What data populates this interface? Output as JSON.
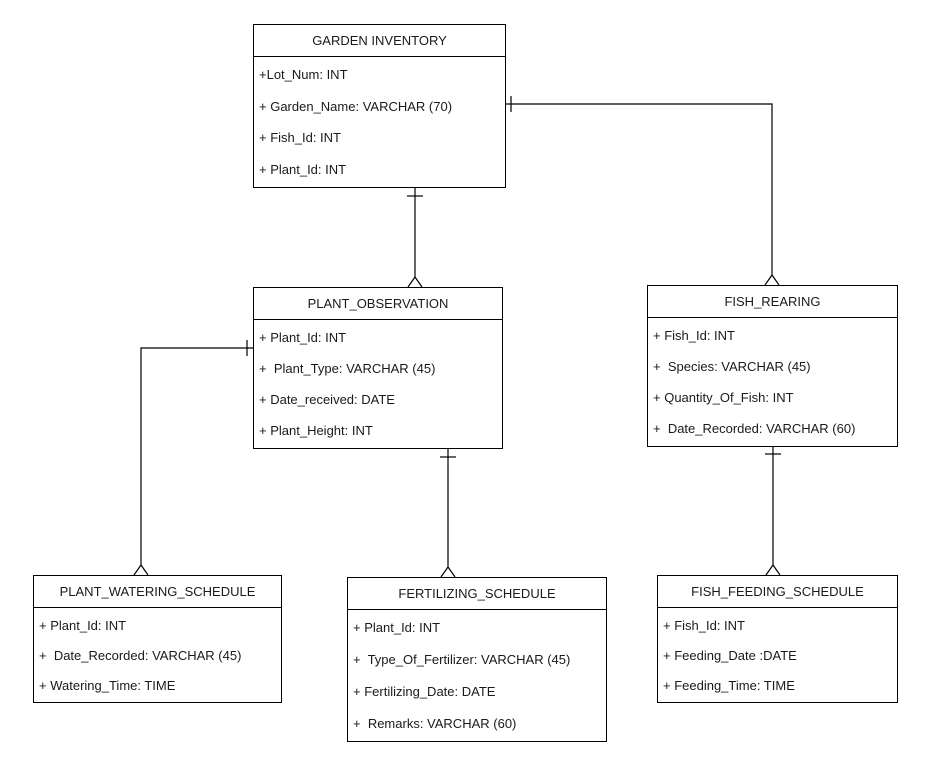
{
  "diagram": {
    "type": "entity-relationship",
    "background_color": "#ffffff",
    "line_color": "#000000",
    "text_color": "#1a1a1a"
  },
  "entities": [
    {
      "name": "GARDEN INVENTORY",
      "attributes": [
        "+Lot_Num: INT",
        "+ Garden_Name: VARCHAR (70)",
        "+ Fish_Id: INT",
        "+ Plant_Id: INT"
      ]
    },
    {
      "name": "PLANT_OBSERVATION",
      "attributes": [
        "+ Plant_Id: INT",
        "+  Plant_Type: VARCHAR (45)",
        "+ Date_received: DATE",
        "+ Plant_Height: INT"
      ]
    },
    {
      "name": "FISH_REARING",
      "attributes": [
        "+ Fish_Id: INT",
        "+  Species: VARCHAR (45)",
        "+ Quantity_Of_Fish: INT",
        "+  Date_Recorded: VARCHAR (60)"
      ]
    },
    {
      "name": "PLANT_WATERING_SCHEDULE",
      "attributes": [
        "+ Plant_Id: INT",
        "+  Date_Recorded: VARCHAR (45)",
        "+ Watering_Time: TIME"
      ]
    },
    {
      "name": "FERTILIZING_SCHEDULE",
      "attributes": [
        "+ Plant_Id: INT",
        "+  Type_Of_Fertilizer: VARCHAR (45)",
        "+ Fertilizing_Date: DATE",
        "+  Remarks: VARCHAR (60)"
      ]
    },
    {
      "name": "FISH_FEEDING_SCHEDULE",
      "attributes": [
        "+ Fish_Id: INT",
        "+ Feeding_Date :DATE",
        "+ Feeding_Time: TIME"
      ]
    }
  ],
  "relationships": [
    {
      "from": "GARDEN INVENTORY",
      "to": "PLANT_OBSERVATION",
      "from_cardinality": "one",
      "to_cardinality": "many"
    },
    {
      "from": "GARDEN INVENTORY",
      "to": "FISH_REARING",
      "from_cardinality": "one",
      "to_cardinality": "many"
    },
    {
      "from": "PLANT_OBSERVATION",
      "to": "PLANT_WATERING_SCHEDULE",
      "from_cardinality": "one",
      "to_cardinality": "many"
    },
    {
      "from": "PLANT_OBSERVATION",
      "to": "FERTILIZING_SCHEDULE",
      "from_cardinality": "one",
      "to_cardinality": "many"
    },
    {
      "from": "FISH_REARING",
      "to": "FISH_FEEDING_SCHEDULE",
      "from_cardinality": "one",
      "to_cardinality": "many"
    }
  ]
}
